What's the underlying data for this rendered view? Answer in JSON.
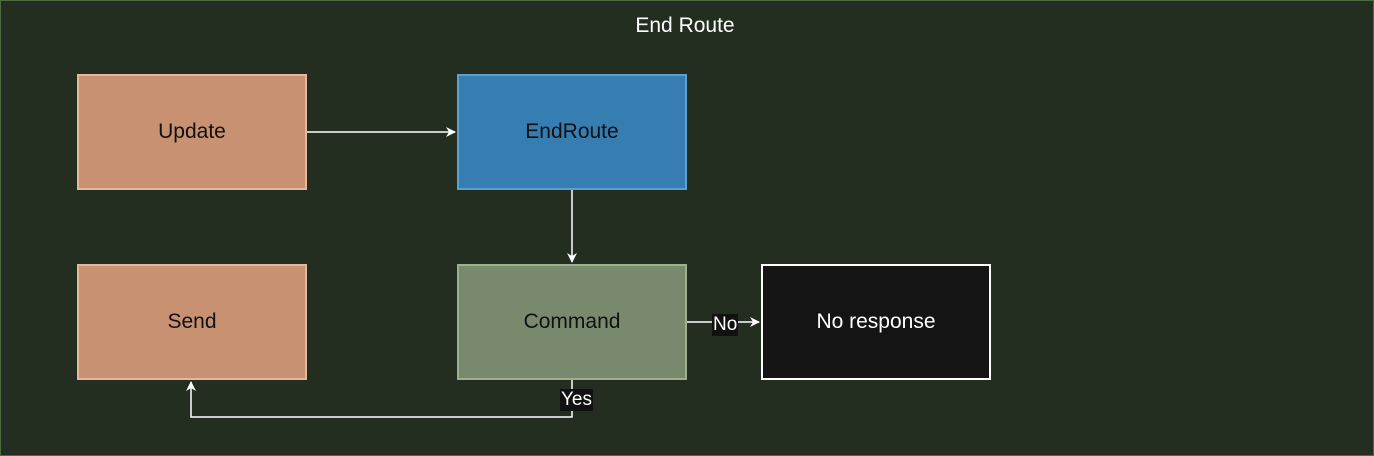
{
  "diagram": {
    "title": "End Route",
    "nodes": {
      "update": "Update",
      "endroute": "EndRoute",
      "send": "Send",
      "command": "Command",
      "no_response": "No response"
    },
    "edges": [
      {
        "from": "Update",
        "to": "EndRoute",
        "label": ""
      },
      {
        "from": "EndRoute",
        "to": "Command",
        "label": ""
      },
      {
        "from": "Command",
        "to": "No response",
        "label": "No"
      },
      {
        "from": "Command",
        "to": "Send",
        "label": "Yes"
      }
    ],
    "edge_labels": {
      "no": "No",
      "yes": "Yes"
    },
    "colors": {
      "background": "#232e21",
      "update_send_fill": "#c89171",
      "endroute_fill": "#367db2",
      "command_fill": "#78896d",
      "no_response_fill": "#141414",
      "edge": "#ffffff"
    }
  }
}
